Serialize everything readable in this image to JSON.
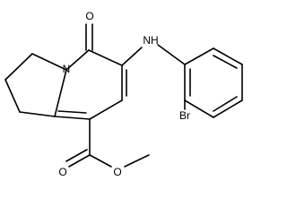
{
  "molecule": {
    "labels": {
      "ring_nitrogen": "N",
      "ketone_oxygen": "O",
      "amine": "NH",
      "bromine": "Br",
      "ester_carbonyl_oxygen": "O",
      "ester_ether_oxygen": "O"
    }
  }
}
